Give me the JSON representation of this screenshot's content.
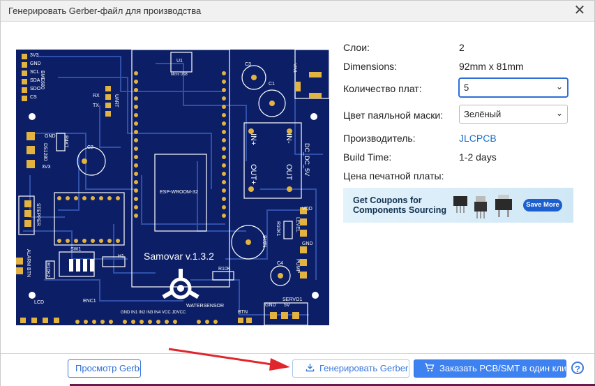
{
  "dialog": {
    "title": "Генерировать Gerber-файл для производства",
    "close_icon": "close-icon"
  },
  "board": {
    "name": "Samovar v.1.3.2",
    "colors": {
      "board": "#0c1f66",
      "trace": "#2f4fa8",
      "pad": "#e2b340",
      "silk": "#ffffff"
    },
    "labels": {
      "u1": "U1",
      "micro_usb": "Micro USB",
      "c3": "C3",
      "c1": "C1",
      "c2": "C2",
      "c4": "C4",
      "vin1": "VIN1",
      "bme": "BME680",
      "uart": "UART",
      "esp": "ESP-WROOM-32",
      "dcdc": "DC_DC_5V",
      "inp": "IN+",
      "inm": "IN-",
      "outp": "OUT+",
      "outm": "OUT",
      "ds": "DS1280",
      "r4k7": "R4K7",
      "stepper": "STEPPER",
      "alarm": "ALARM BTN",
      "r10k2": "R10K2",
      "sw1": "SW1",
      "h1": "H1",
      "r10k": "R10K",
      "buz": "BUZ1",
      "r10k1": "R10K1",
      "level": "LEVEL",
      "pump": "PUMP",
      "servo": "SERVO1",
      "lcd": "LCD",
      "enc": "ENC1",
      "water": "WATERSENSOR",
      "btn": "BTN",
      "v3v3": "3V3",
      "gnd": "GND",
      "scl": "SCL",
      "sda": "SDA",
      "sdo": "SDO",
      "cs": "CS",
      "rx": "RX",
      "tx": "TX",
      "vdd": "VDD",
      "v5": "5V",
      "pins": "GND IN1 IN2 IN3 IN4 VCC JDVCC"
    }
  },
  "info": {
    "layers_label": "Слои:",
    "layers_value": "2",
    "dimensions_label": "Dimensions:",
    "dimensions_value": "92mm x 81mm",
    "quantity_label": "Количество плат:",
    "quantity_value": "5",
    "mask_label": "Цвет паяльной маски:",
    "mask_value": "Зелёный",
    "manufacturer_label": "Производитель:",
    "manufacturer_value": "JLCPCB",
    "buildtime_label": "Build Time:",
    "buildtime_value": "1-2 days",
    "price_label": "Цена печатной платы:"
  },
  "banner": {
    "title": "Get Coupons for Components Sourcing",
    "more": "Save More"
  },
  "footer": {
    "preview_button": "Просмотр Gerber",
    "generate_button": "Генерировать Gerber",
    "order_button": "Заказать PCB/SMT в один клик",
    "help": "?"
  },
  "accent_color": "#3d82f0",
  "annotation_arrow_color": "#e0262c"
}
